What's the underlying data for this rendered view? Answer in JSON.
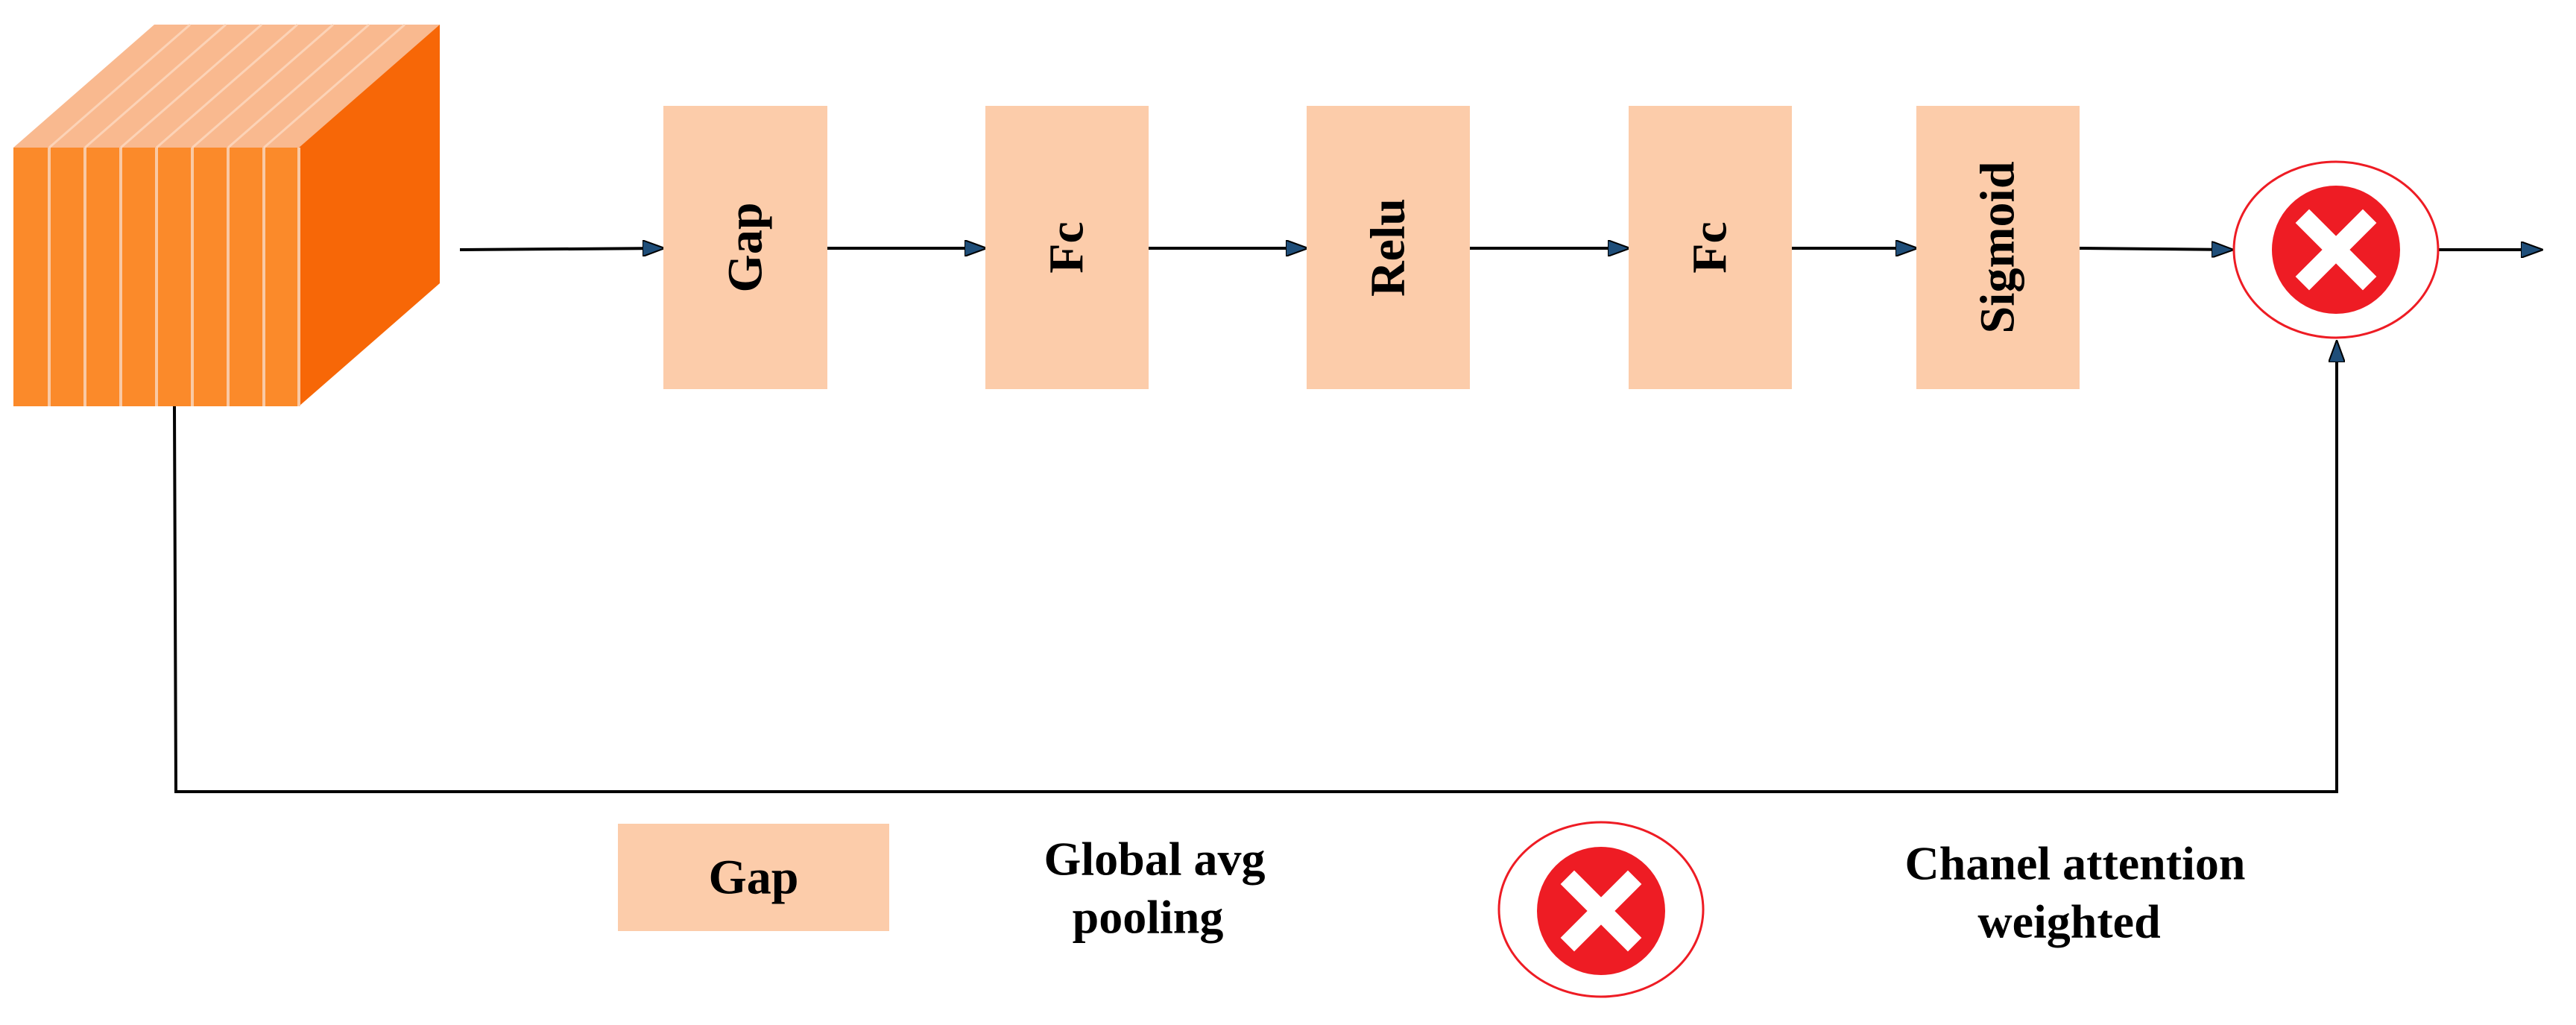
{
  "colors": {
    "block_fill": "#fcccaa",
    "cube_front": "#fb8a2a",
    "cube_top": "#f9b98f",
    "cube_side": "#f76707",
    "multiply_red": "#ee1c24",
    "line": "#000000",
    "arrowhead": "#1f4e79"
  },
  "blocks": [
    {
      "label": "Gap"
    },
    {
      "label": "Fc"
    },
    {
      "label": "Relu"
    },
    {
      "label": "Fc"
    },
    {
      "label": "Sigmoid"
    }
  ],
  "operator": {
    "icon": "multiply-icon"
  },
  "legend": {
    "gap_box_label": "Gap",
    "gap_description_line1": "Global avg",
    "gap_description_line2": "pooling",
    "multiply_description_line1": "Chanel attention",
    "multiply_description_line2": "weighted"
  }
}
